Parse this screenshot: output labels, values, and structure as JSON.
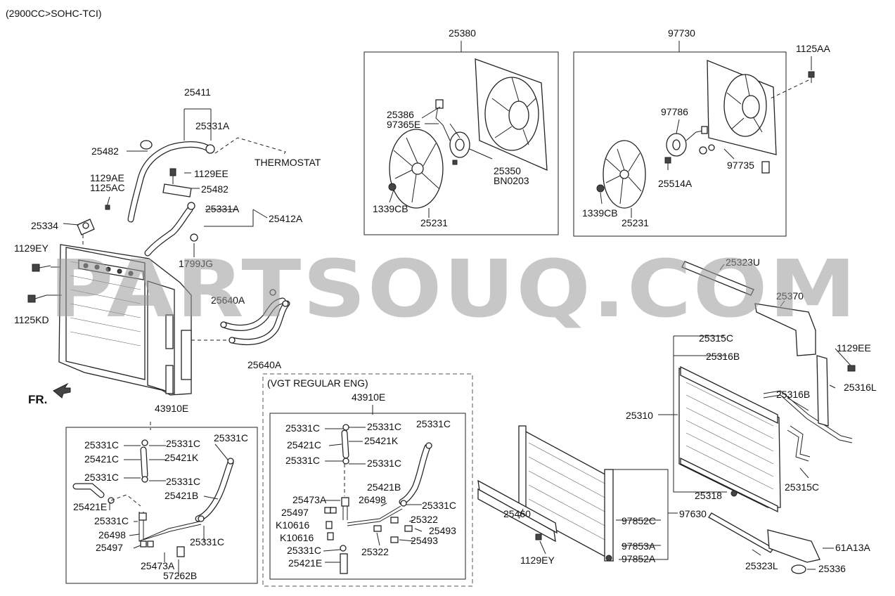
{
  "header": {
    "engine": "(2900CC>SOHC-TCI)"
  },
  "watermark": {
    "text": "PARTSOUQ.COM"
  },
  "direction": {
    "front": "FR."
  },
  "groups": {
    "fan_left": "25380",
    "fan_right": "97730",
    "vgt": "(VGT REGULAR ENG)",
    "pipe_left": "43910E",
    "pipe_right": "43910E"
  },
  "labels": {
    "thermostat": "THERMOSTAT",
    "p25411": "25411",
    "p25331A_1": "25331A",
    "p25482_1": "25482",
    "p1129AE": "1129AE",
    "p1125AC": "1125AC",
    "p1129EE_1": "1129EE",
    "p25482_2": "25482",
    "p25334": "25334",
    "p25331A_2": "25331A",
    "p25412A": "25412A",
    "p1129EY_1": "1129EY",
    "p1799JG": "1799JG",
    "p1125KD": "1125KD",
    "p25640A_1": "25640A",
    "p25640A_2": "25640A",
    "p43910E_1": "43910E",
    "l25331C_1": "25331C",
    "l25331C_2": "25331C",
    "l25331C_3": "25331C",
    "l25421C": "25421C",
    "l25421K": "25421K",
    "l25331C_4": "25331C",
    "l25331C_5": "25331C",
    "l25421E": "25421E",
    "l25421B": "25421B",
    "l25331C_6": "25331C",
    "l26498": "26498",
    "l25497": "25497",
    "l25331C_7": "25331C",
    "l25473A": "25473A",
    "l57262B": "57262B",
    "r25331C_1": "25331C",
    "r25331C_2": "25331C",
    "r25331C_3": "25331C",
    "r25421C": "25421C",
    "r25421K": "25421K",
    "r25331C_4": "25331C",
    "r25331C_5": "25331C",
    "r25421B": "25421B",
    "r25473A": "25473A",
    "r26498": "26498",
    "r25331C_6": "25331C",
    "r25497": "25497",
    "r25322_1": "25322",
    "rK10616_1": "K10616",
    "r25493_1": "25493",
    "rK10616_2": "K10616",
    "r25493_2": "25493",
    "r25331C_7": "25331C",
    "r25322_2": "25322",
    "r25421E": "25421E",
    "f25386": "25386",
    "f97365E": "97365E",
    "f25350": "25350",
    "fBN0203": "BN0203",
    "f1339CB_1": "1339CB",
    "f25231_1": "25231",
    "f1125AA": "1125AA",
    "f97786": "97786",
    "f97735": "97735",
    "f25514A": "25514A",
    "f1339CB_2": "1339CB",
    "f25231_2": "25231",
    "a25323U": "25323U",
    "a25370": "25370",
    "a25315C_1": "25315C",
    "a25316B_1": "25316B",
    "a1129EE": "1129EE",
    "a25316L": "25316L",
    "a25316B_2": "25316B",
    "a25310": "25310",
    "a25315C_2": "25315C",
    "a25318": "25318",
    "a97630": "97630",
    "a25460": "25460",
    "a97852C": "97852C",
    "a97853A": "97853A",
    "a97852A": "97852A",
    "a1129EY": "1129EY",
    "a61A13A": "61A13A",
    "a25323L": "25323L",
    "a25336": "25336"
  }
}
